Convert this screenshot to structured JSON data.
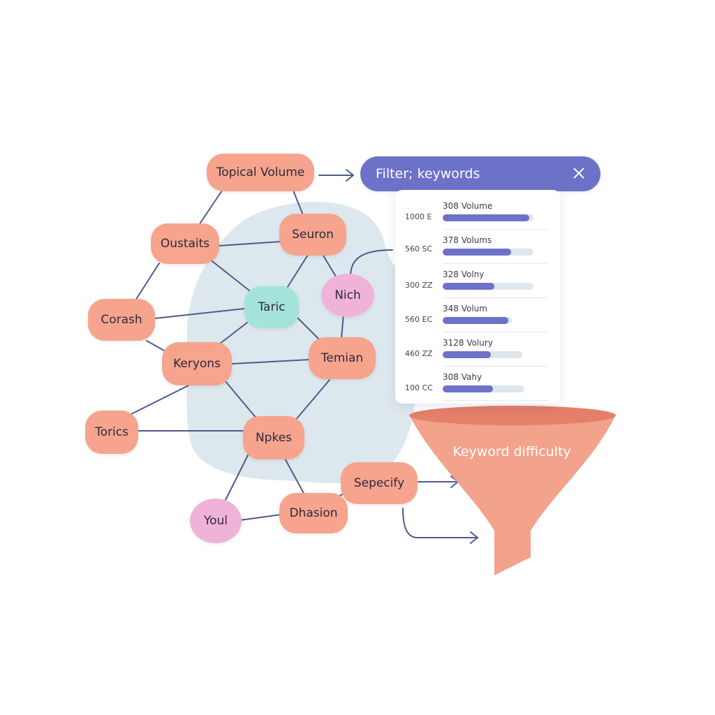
{
  "nodes": {
    "topical_volume": "Topical Volume",
    "oustaits": "Oustaits",
    "seuron": "Seuron",
    "corash": "Corash",
    "taric": "Taric",
    "nich": "Nich",
    "keryons": "Keryons",
    "temian": "Temian",
    "torics": "Torics",
    "npkes": "Npkes",
    "specify": "Sepecify",
    "youl": "Youl",
    "dhasion": "Dhasion"
  },
  "filter": {
    "label": "Filter; keywords"
  },
  "results": [
    {
      "left": "1000 E",
      "label": "308 Volume",
      "level": 1.0,
      "track": 1.0
    },
    {
      "left": "",
      "label": "378 Volums",
      "level": 0.79,
      "track": 1.0
    },
    {
      "left": "560 SC",
      "label": "",
      "level": 0,
      "track": 0
    },
    {
      "left": "300 ZZ",
      "label": "328 Volny",
      "level": 0.6,
      "track": 1.0
    },
    {
      "left": "560 EC",
      "label": "348 Volum",
      "level": 0.76,
      "track": 0.76
    },
    {
      "left": "460 ZZ",
      "label": "3128 Volury",
      "level": 0.56,
      "track": 0.88
    },
    {
      "left": "100 CC",
      "label": "308 Vahy",
      "level": 0.58,
      "track": 0.9
    }
  ],
  "funnel": {
    "label": "Keyword difficulty"
  },
  "colors": {
    "node": "#f6a48e",
    "hub": "#a4e3da",
    "accent_node": "#efb3d8",
    "filter": "#6d72c8",
    "blob": "#dde8ee",
    "edge": "#4f5a8c",
    "funnel": "#f3a28c"
  }
}
